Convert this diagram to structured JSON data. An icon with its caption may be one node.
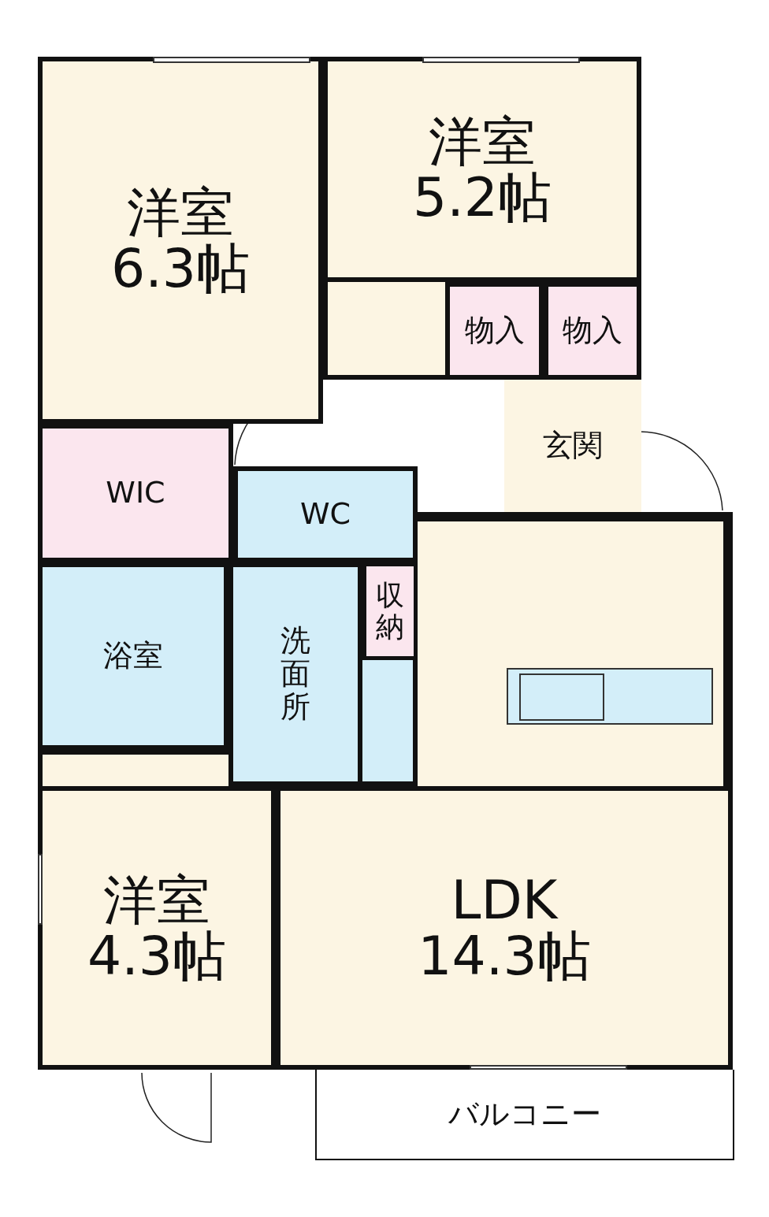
{
  "diagram": {
    "nodes": [
      {
        "text": [
          "洋室",
          "6.3帖"
        ]
      },
      {
        "text": [
          "洋室",
          "5.2帖"
        ]
      },
      {
        "text": [
          "物入"
        ]
      },
      {
        "text": [
          "物入"
        ]
      },
      {
        "text": [
          "WIC"
        ]
      },
      {
        "text": [
          "WC"
        ]
      },
      {
        "text": [
          "玄関"
        ]
      },
      {
        "text": [
          "収納"
        ]
      },
      {
        "text": [
          "浴室"
        ]
      },
      {
        "text": [
          "洗面所"
        ]
      },
      {
        "text": [
          "洋室",
          "4.3帖"
        ]
      },
      {
        "text": [
          "LDK",
          "14.3帖"
        ]
      },
      {
        "text": [
          "バルコニー"
        ]
      }
    ]
  }
}
